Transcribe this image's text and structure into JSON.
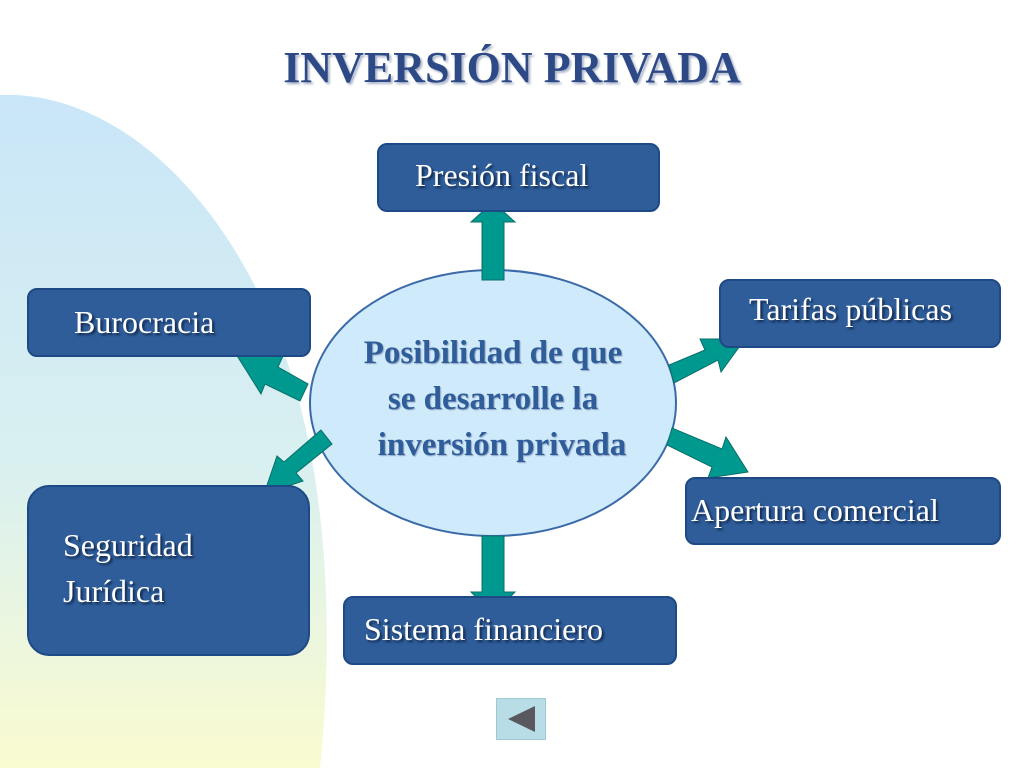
{
  "slide": {
    "title": "INVERSIÓN PRIVADA",
    "center": {
      "lines": [
        "Posibilidad de que",
        "se desarrolle la",
        "inversión privada"
      ]
    },
    "factors": {
      "presion_fiscal": "Presión fiscal",
      "burocracia": "Burocracia",
      "tarifas_publicas": "Tarifas públicas",
      "seguridad_juridica": [
        "Seguridad",
        "Jurídica"
      ],
      "apertura_comercial": "Apertura comercial",
      "sistema_financiero": "Sistema financiero"
    },
    "nav": {
      "icon": "back-triangle-icon"
    }
  },
  "colors": {
    "box_fill": "#2f5d9a",
    "arrow": "#00998f",
    "ellipse_fill": "#cfeafa",
    "title": "#2e4a86"
  }
}
